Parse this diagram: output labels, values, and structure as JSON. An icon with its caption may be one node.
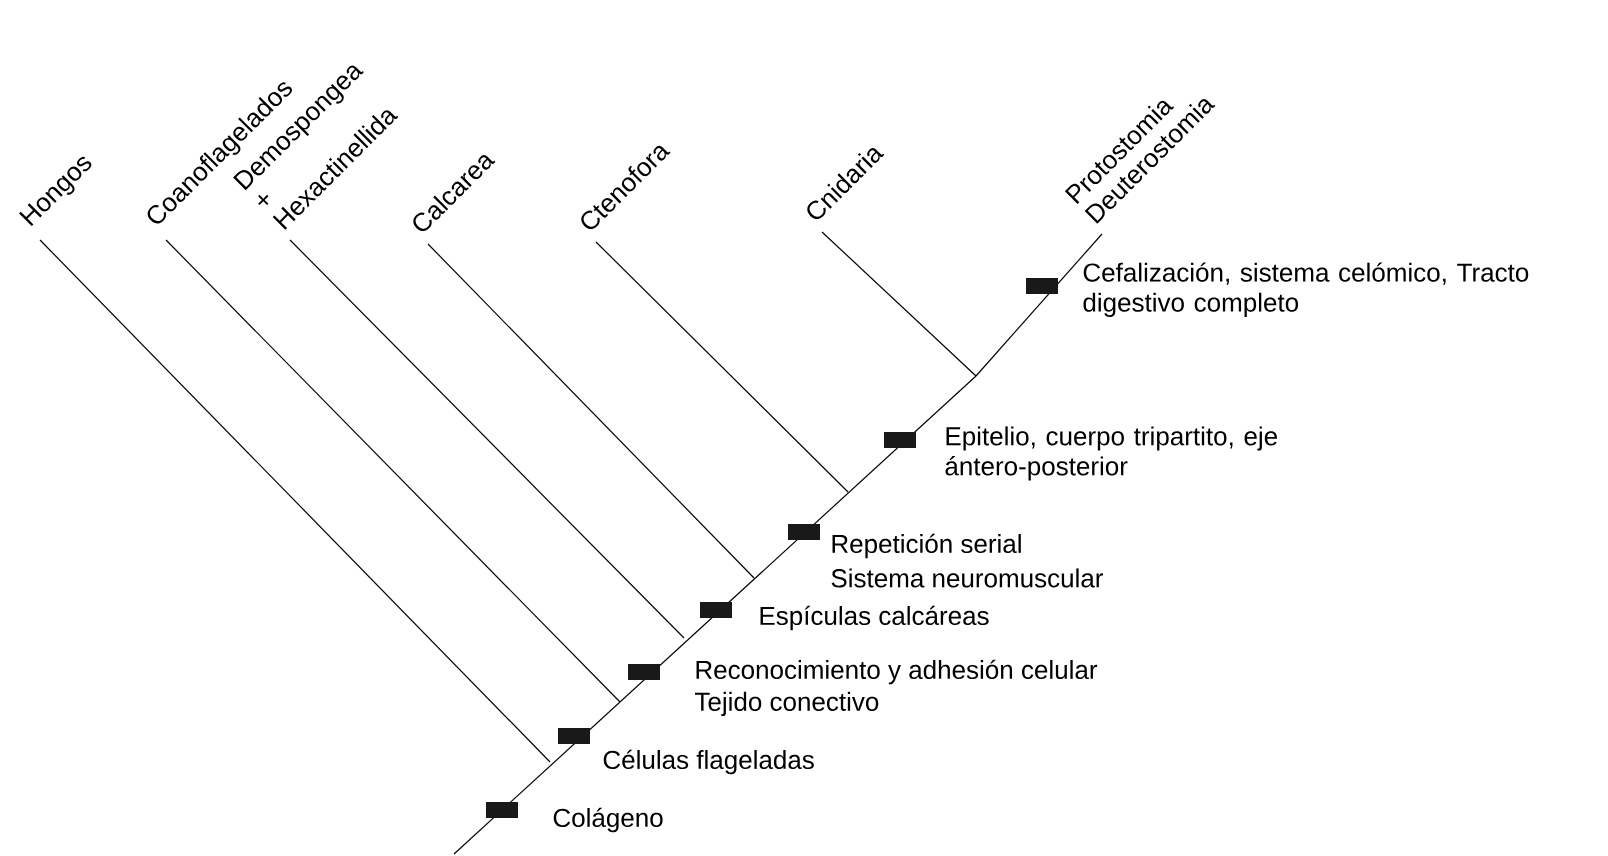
{
  "diagram": {
    "nodes": [
      {
        "text": [
          "Hongos"
        ]
      },
      {
        "text": [
          "Coanoflagelados"
        ]
      },
      {
        "text": [
          "Demospongea + Hexactinellida"
        ]
      },
      {
        "text": [
          "Calcarea"
        ]
      },
      {
        "text": [
          "Ctenofora"
        ]
      },
      {
        "text": [
          "Cnidaria"
        ]
      },
      {
        "text": [
          "Protostomia Deuterostomia"
        ]
      }
    ],
    "edges": [
      {
        "from": null,
        "to": 0,
        "arrow": "none"
      },
      {
        "from": null,
        "to": 1,
        "arrow": "none"
      },
      {
        "from": null,
        "to": 2,
        "arrow": "none"
      },
      {
        "from": null,
        "to": 3,
        "arrow": "none"
      },
      {
        "from": null,
        "to": 4,
        "arrow": "none"
      },
      {
        "from": null,
        "to": 5,
        "arrow": "none"
      },
      {
        "from": null,
        "to": 6,
        "arrow": "none"
      }
    ],
    "labels": [
      "Cefalización, sistema celómico, Tracto digestivo completo",
      "Epitelio, cuerpo tripartito, eje ántero-posterior",
      "Repetición serial",
      "Sistema neuromuscular",
      "Espículas calcáreas",
      "Reconocimiento y adhesión celular",
      "Tejido conectivo",
      "Células flageladas",
      "Colágeno"
    ]
  }
}
